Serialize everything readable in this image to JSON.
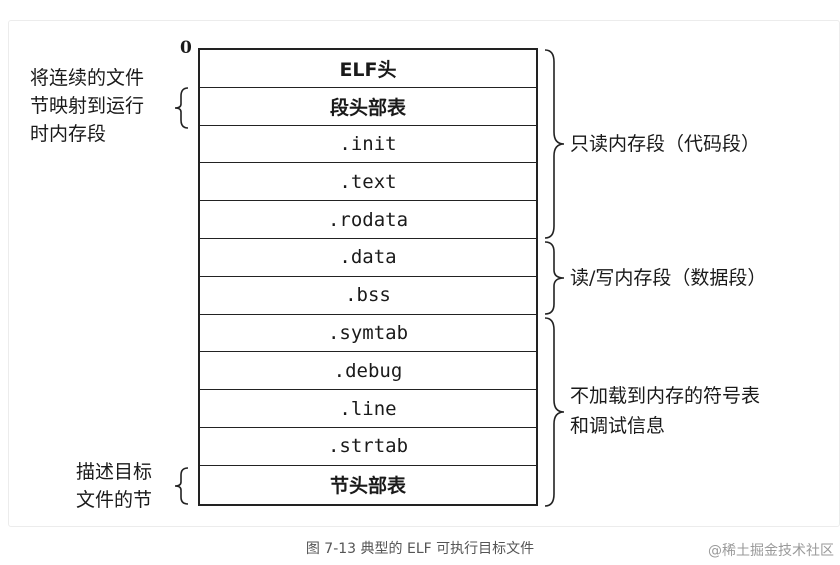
{
  "diagram": {
    "start_offset": "0",
    "sections": [
      {
        "label": "ELF头",
        "style": "cjk"
      },
      {
        "label": "段头部表",
        "style": "cjk"
      },
      {
        "label": ".init",
        "style": "mono"
      },
      {
        "label": ".text",
        "style": "mono"
      },
      {
        "label": ".rodata",
        "style": "mono"
      },
      {
        "label": ".data",
        "style": "mono"
      },
      {
        "label": ".bss",
        "style": "mono"
      },
      {
        "label": ".symtab",
        "style": "mono"
      },
      {
        "label": ".debug",
        "style": "mono"
      },
      {
        "label": ".line",
        "style": "mono"
      },
      {
        "label": ".strtab",
        "style": "mono"
      },
      {
        "label": "节头部表",
        "style": "cjk"
      }
    ],
    "left_annotations": {
      "segment_header": [
        "将连续的文件",
        "节映射到运行",
        "时内存段"
      ],
      "section_header": [
        "描述目标",
        "文件的节"
      ]
    },
    "right_annotations": {
      "readonly": "只读内存段（代码段）",
      "readwrite": "读/写内存段（数据段）",
      "not_loaded": [
        "不加载到内存的符号表",
        "和调试信息"
      ]
    }
  },
  "caption": "图 7-13 典型的 ELF 可执行目标文件",
  "watermark": "@稀土掘金技术社区"
}
